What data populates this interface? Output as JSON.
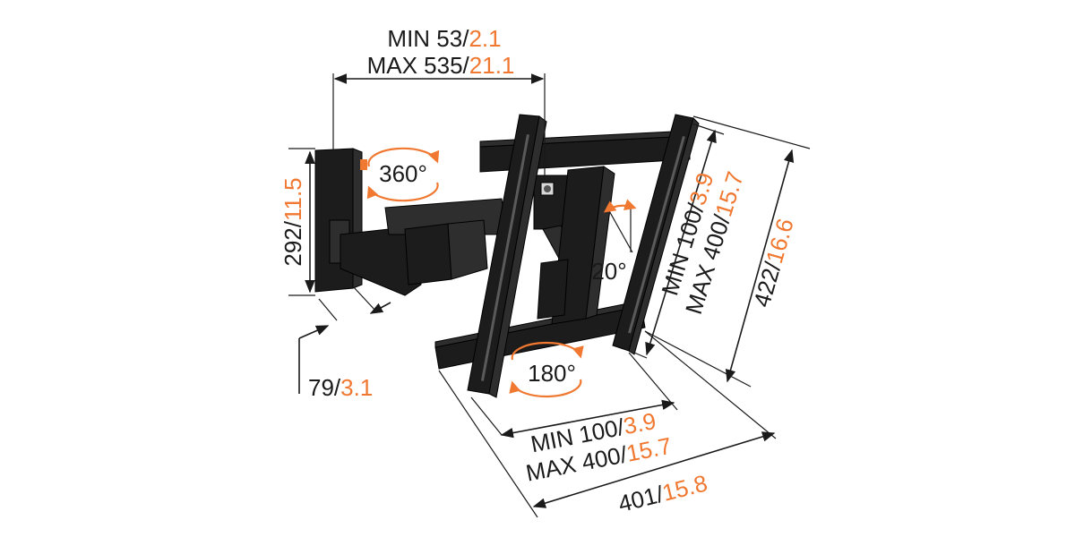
{
  "colors": {
    "accent": "#f07830",
    "text": "#1a1a1a",
    "metal": "#1c1c1c"
  },
  "dims": {
    "arm_min_mm": "MIN 53/",
    "arm_min_in": "2.1",
    "arm_max_mm": "MAX 535/",
    "arm_max_in": "21.1",
    "wall_h_mm": "292/",
    "wall_h_in": "11.5",
    "depth_mm": "79/",
    "depth_in": "3.1",
    "vesa_h_min_mm": "MIN 100/",
    "vesa_h_min_in": "3.9",
    "vesa_h_max_mm": "MAX 400/",
    "vesa_h_max_in": "15.7",
    "vesa_v_min_mm": "MIN 100/",
    "vesa_v_min_in": "3.9",
    "vesa_v_max_mm": "MAX 400/",
    "vesa_v_max_in": "15.7",
    "plate_w_mm": "401/",
    "plate_w_in": "15.8",
    "plate_h_mm": "422/",
    "plate_h_in": "16.6"
  },
  "rotations": {
    "swivel": "360°",
    "rotate": "180°",
    "tilt": "20°"
  }
}
